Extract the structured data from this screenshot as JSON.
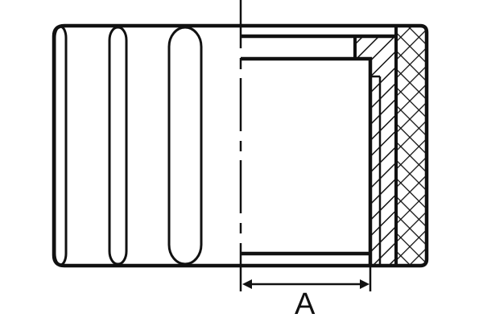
{
  "diagram": {
    "type": "technical-section-drawing",
    "description": "Half-section view of a cylindrical knurled sleeve/nut with grooves on the left half and cross-hatched section on the right",
    "line_color": "#111111",
    "background": "#ffffff",
    "dimension": {
      "label": "A",
      "measures": "inner bore depth"
    },
    "features": {
      "grooves": 3,
      "centerline": "dash-dot vertical axis",
      "section_hatching": [
        "diagonal (inner sleeve)",
        "cross-hatch (outer knurled ring)"
      ]
    }
  }
}
